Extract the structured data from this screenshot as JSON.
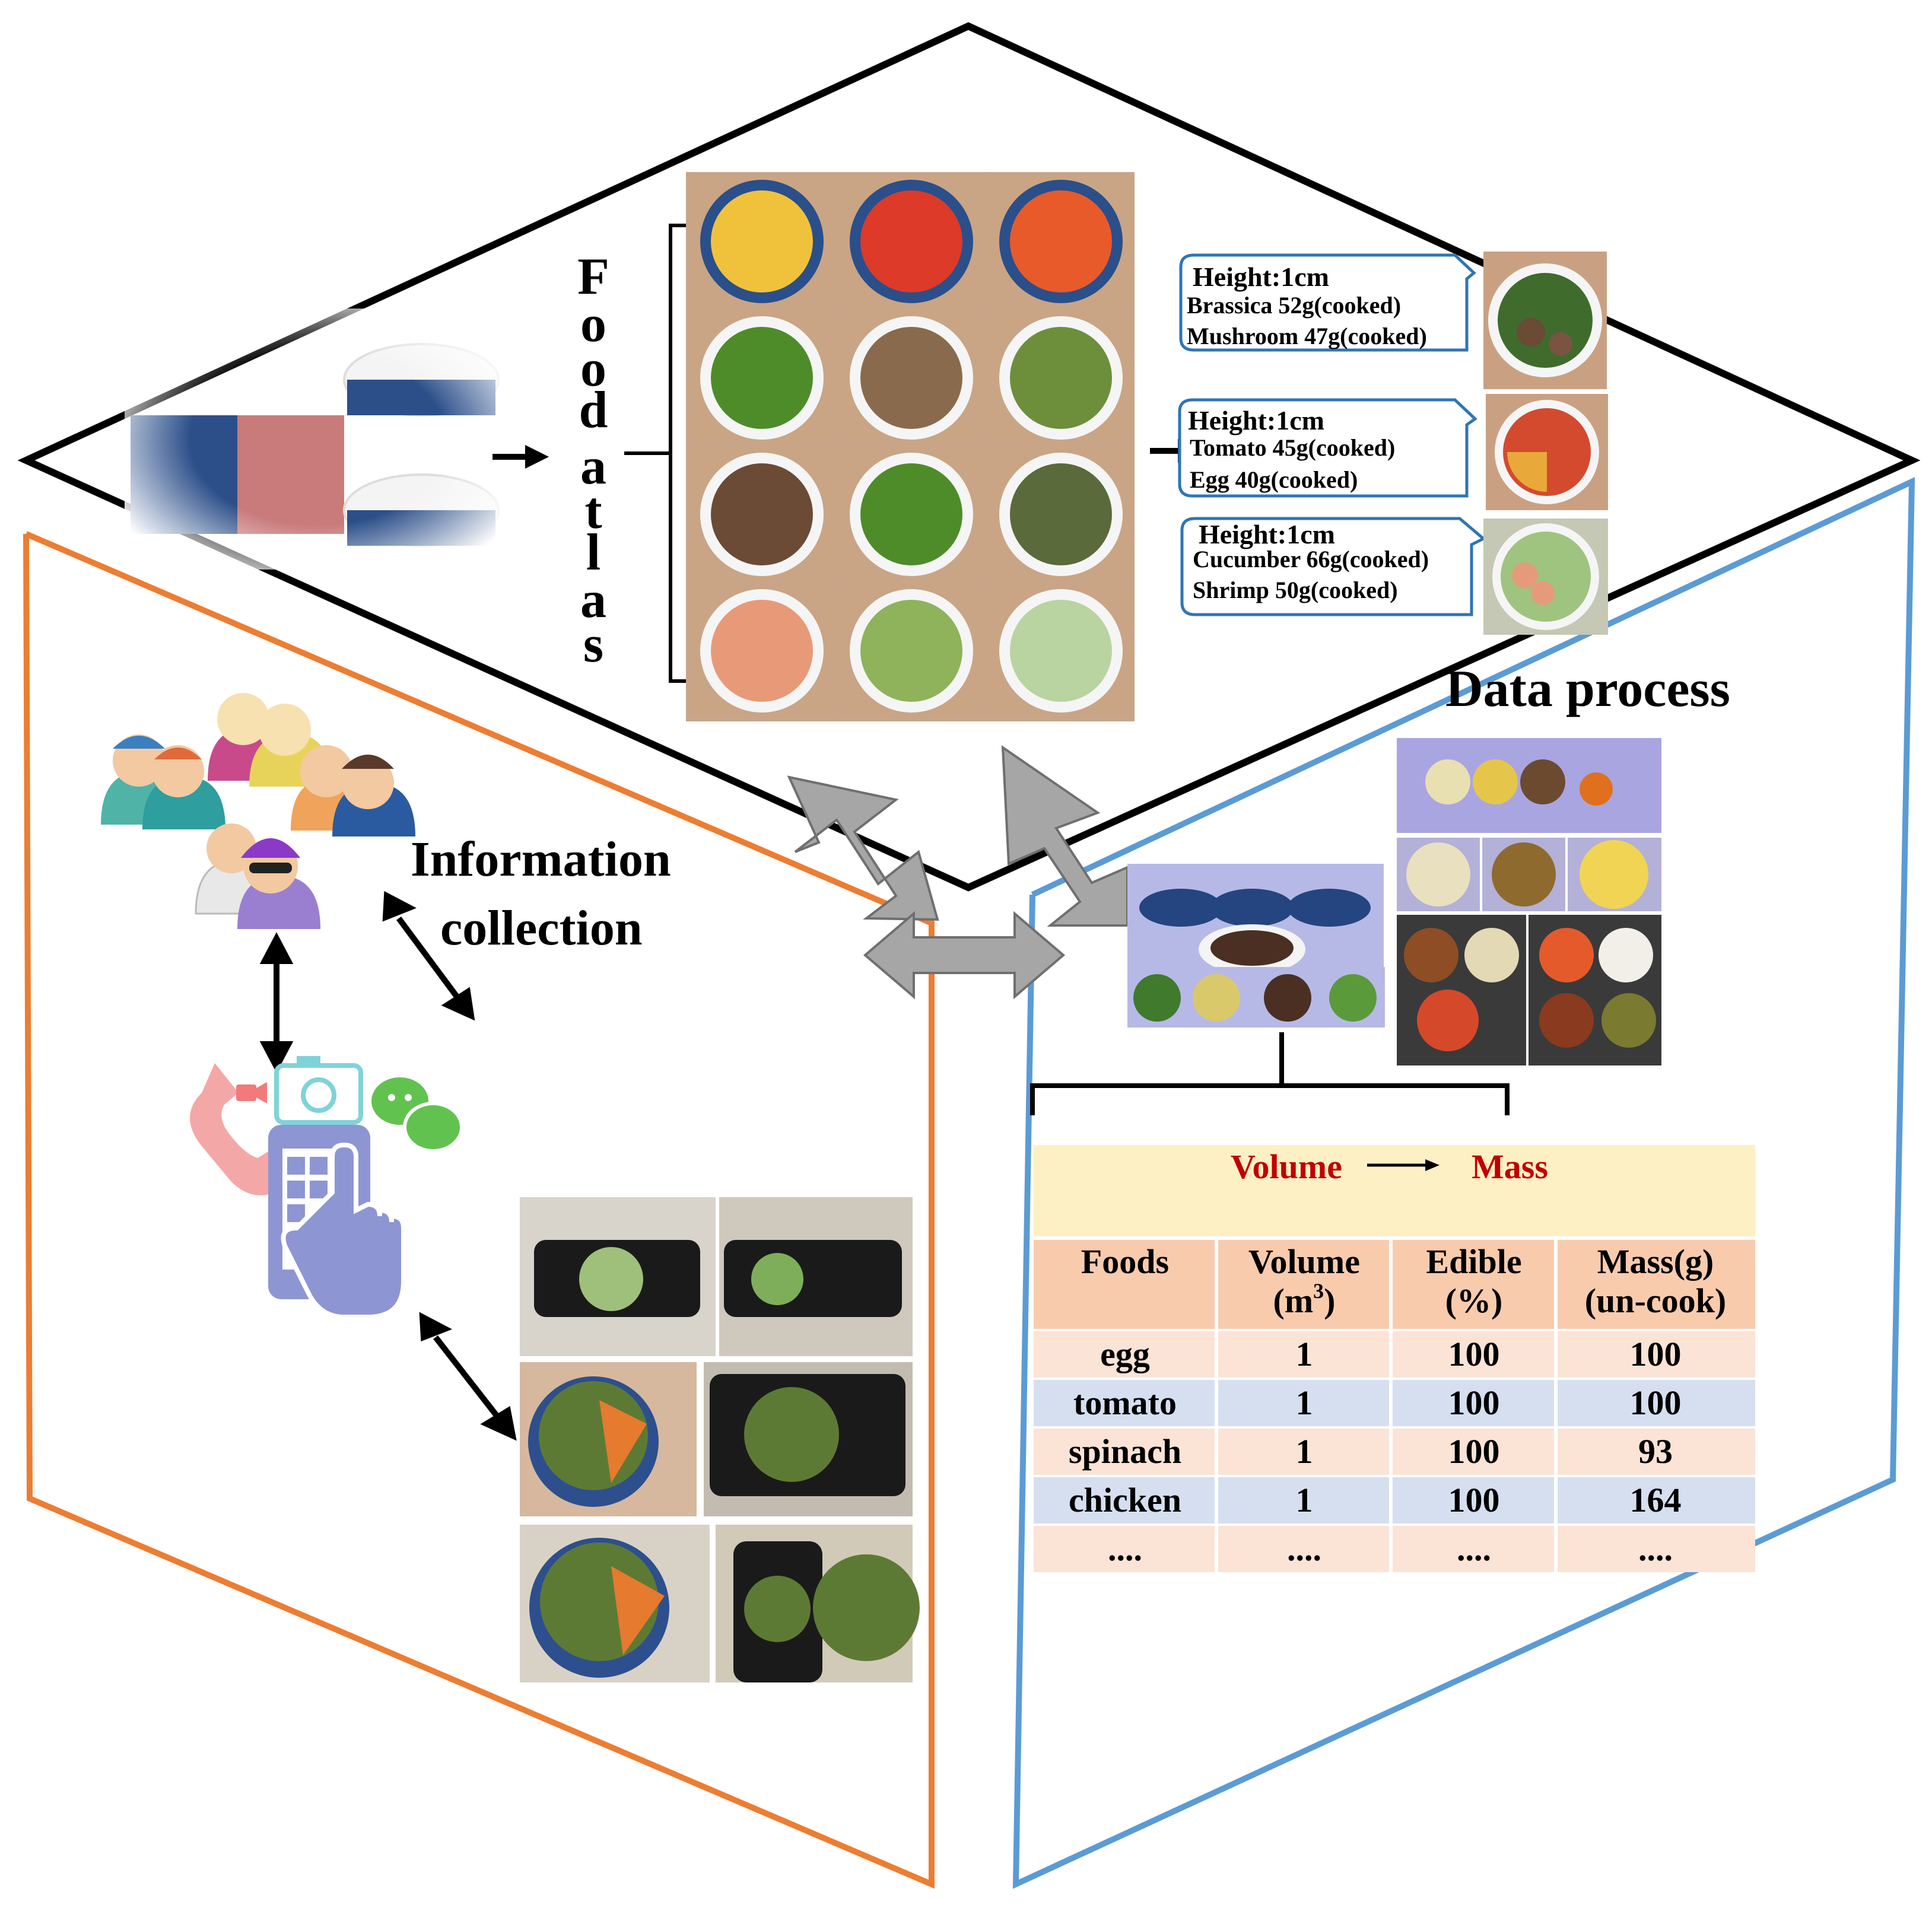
{
  "labels": {
    "food_atlas_letters": [
      "F",
      "o",
      "o",
      "d",
      "a",
      "t",
      "l",
      "a",
      "s"
    ],
    "data_process": "Data process",
    "information_collection_line1": "Information",
    "information_collection_line2": "collection"
  },
  "callouts": [
    {
      "height": "Height:1cm",
      "line1": "Brassica  52g(cooked)",
      "line2": "Mushroom 47g(cooked)"
    },
    {
      "height": "Height:1cm",
      "line1": "Tomato  45g(cooked)",
      "line2": "Egg 40g(cooked)"
    },
    {
      "height": "Height:1cm",
      "line1": "Cucumber  66g(cooked)",
      "line2": "Shrimp 50g(cooked)"
    }
  ],
  "table": {
    "header_from": "Volume",
    "header_to": "Mass",
    "columns": [
      {
        "line1": "Foods",
        "line2": ""
      },
      {
        "line1": "Volume",
        "line2": "(m",
        "sup": "3",
        "tail": ")"
      },
      {
        "line1": "Edible",
        "line2": "(%)"
      },
      {
        "line1": "Mass(g)",
        "line2": "(un-cook)"
      }
    ],
    "rows": [
      [
        "egg",
        "1",
        "100",
        "100"
      ],
      [
        "tomato",
        "1",
        "100",
        "100"
      ],
      [
        "spinach",
        "1",
        "100",
        "93"
      ],
      [
        "chicken",
        "1",
        "100",
        "164"
      ],
      [
        "....",
        "....",
        "....",
        "...."
      ]
    ]
  },
  "colors": {
    "top_outline": "#000000",
    "left_face_outline": "#ed7d31",
    "right_face_outline": "#5b9bd5",
    "table_header_band": "#fdf0c4",
    "table_col_header": "#f8cbad",
    "row_peach": "#fbe3d6",
    "row_blue": "#d5dff0",
    "red_text": "#c00000",
    "callout_border": "#2e75b6",
    "gray_arrow": "#a6a6a6"
  },
  "icons": [
    "people-group-icon",
    "phone-call-icon",
    "camera-icon",
    "chat-bubbles-icon",
    "smartphone-touch-icon"
  ]
}
